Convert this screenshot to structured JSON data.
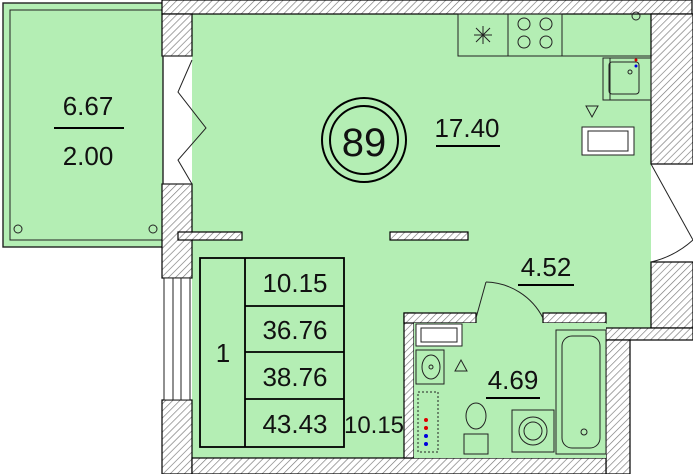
{
  "colors": {
    "room_fill": "#b4eeb4",
    "wall": "#000000",
    "hatch": "#777777",
    "background": "#ffffff"
  },
  "apartment_number": "89",
  "rooms": {
    "living_area": "17.40",
    "hallway_area": "4.52",
    "bathroom_area": "4.69",
    "balcony_area": "6.67",
    "balcony_coefficient": "2.00"
  },
  "summary": {
    "room_count": "1",
    "values": [
      "10.15",
      "36.76",
      "38.76",
      "43.43"
    ],
    "side_value": "10.15"
  },
  "icons": [
    "fan-icon",
    "stove-icon",
    "sink-icon",
    "radiator-icon",
    "toilet-icon",
    "washbasin-icon",
    "bathtub-icon",
    "washing-machine-icon",
    "door-icon",
    "window-icon"
  ]
}
